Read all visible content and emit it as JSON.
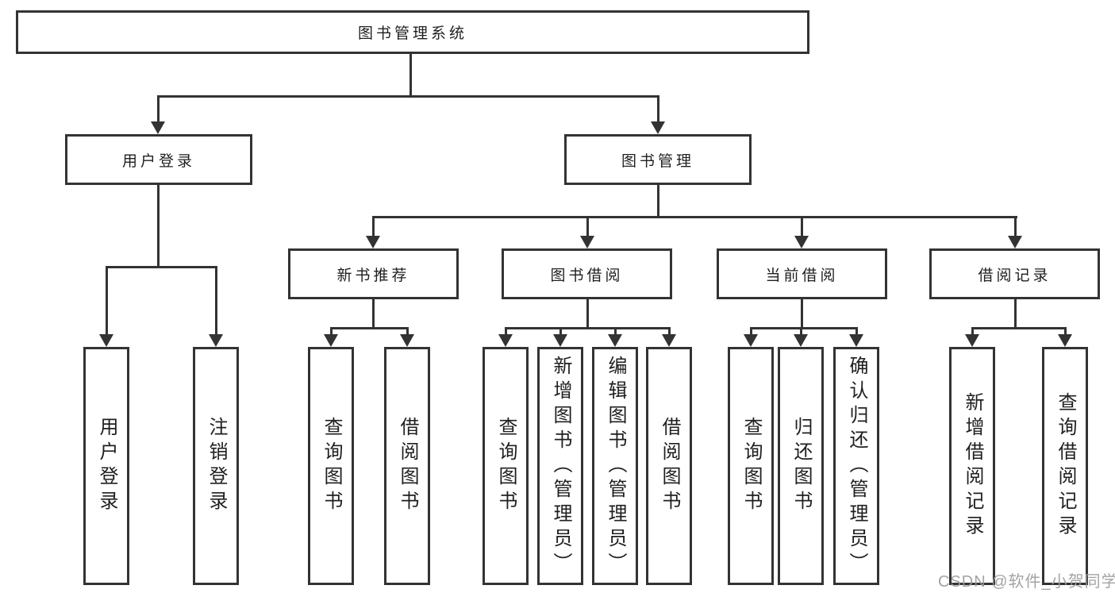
{
  "diagram": {
    "root": {
      "label": "图书管理系统"
    },
    "level2": [
      {
        "label": "用户登录"
      },
      {
        "label": "图书管理"
      }
    ],
    "level3": [
      {
        "label": "新书推荐"
      },
      {
        "label": "图书借阅"
      },
      {
        "label": "当前借阅"
      },
      {
        "label": "借阅记录"
      }
    ],
    "leaves": {
      "user_login": [
        {
          "label": "用户登录"
        },
        {
          "label": "注销登录"
        }
      ],
      "new_books": [
        {
          "label": "查询图书"
        },
        {
          "label": "借阅图书"
        }
      ],
      "book_borrow": [
        {
          "label": "查询图书"
        },
        {
          "label": "新增图书（管理员）"
        },
        {
          "label": "编辑图书（管理员）"
        },
        {
          "label": "借阅图书"
        }
      ],
      "current_borrow": [
        {
          "label": "查询图书"
        },
        {
          "label": "归还图书"
        },
        {
          "label": "确认归还（管理员）"
        }
      ],
      "borrow_records": [
        {
          "label": "新增借阅记录"
        },
        {
          "label": "查询借阅记录"
        }
      ]
    }
  },
  "watermark": {
    "text": "CSDN @软件_小贺同学"
  },
  "colors": {
    "stroke": "#333333",
    "fill": "#ffffff",
    "text": "#1f1f1f",
    "watermark": "#9c9c9c"
  }
}
